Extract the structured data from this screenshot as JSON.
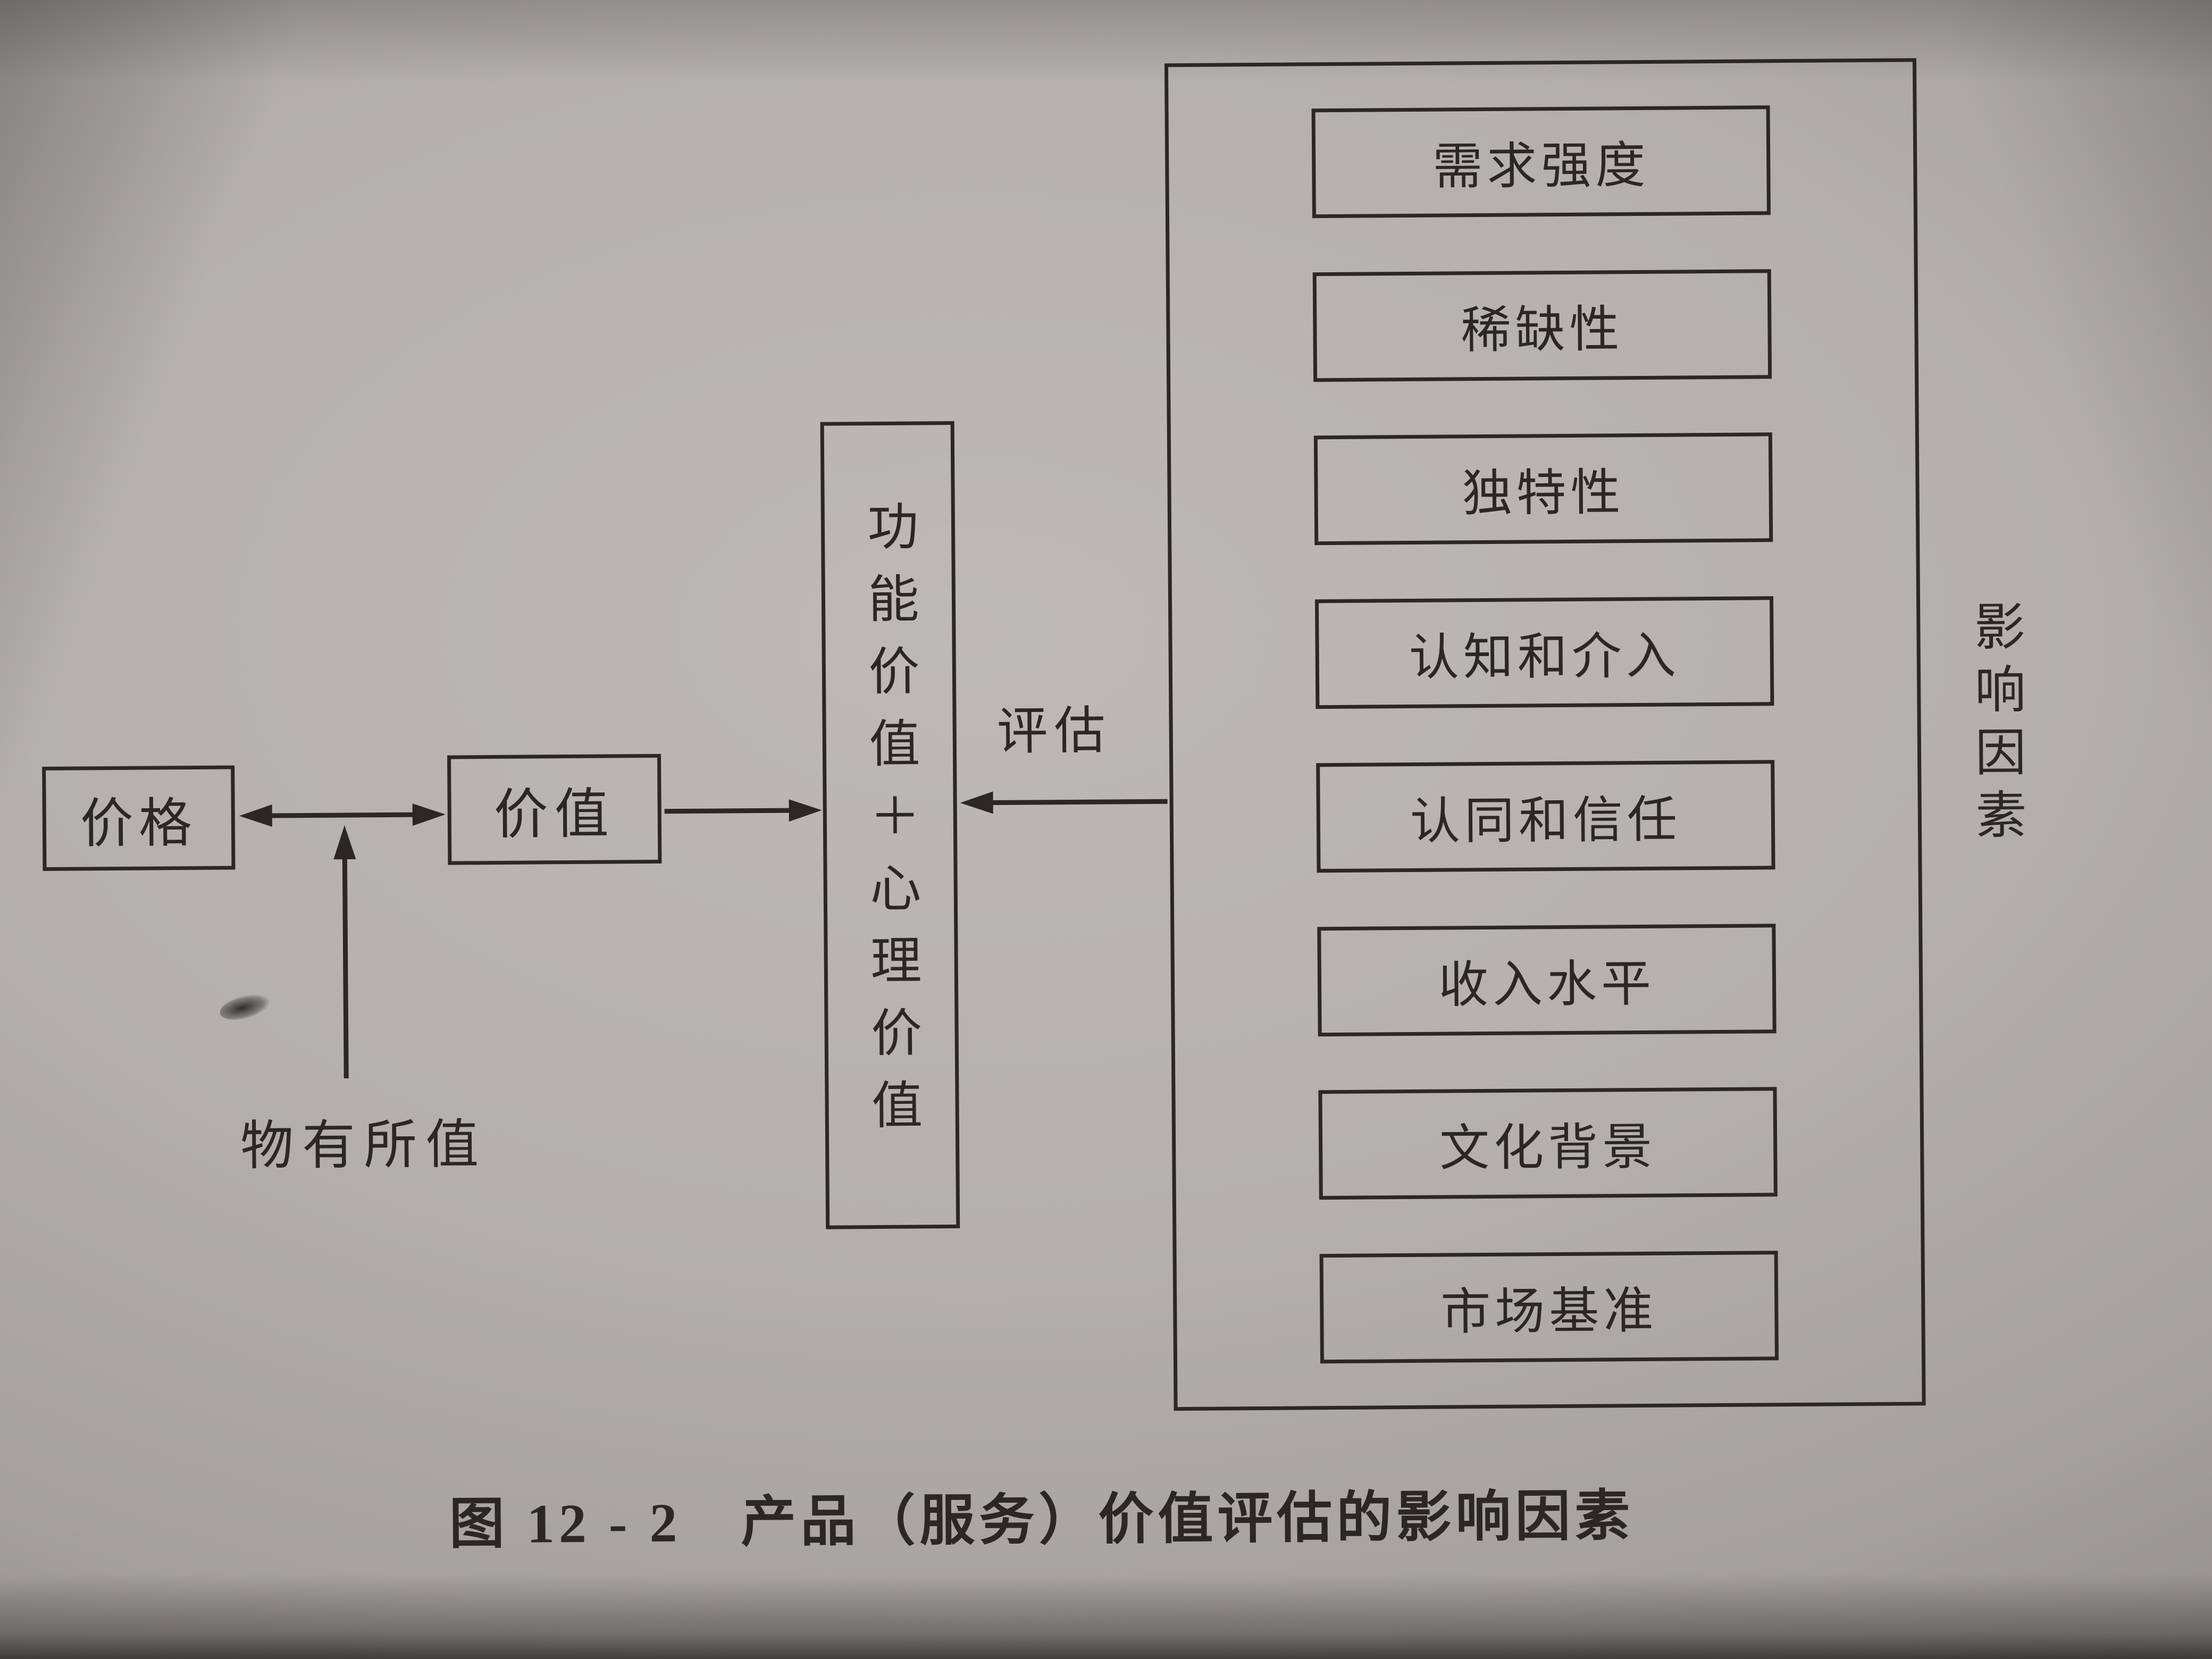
{
  "figure": {
    "caption": "图 12 - 2　产品（服务）价值评估的影响因素",
    "nodes": {
      "price": "价格",
      "value": "价值",
      "combined_value": "功能价值＋心理价值"
    },
    "labels": {
      "worth": "物有所值",
      "evaluate": "评估",
      "factors_title": "影响因素"
    },
    "factors": [
      "需求强度",
      "稀缺性",
      "独特性",
      "认知和介入",
      "认同和信任",
      "收入水平",
      "文化背景",
      "市场基准"
    ]
  },
  "colors": {
    "ink": "#2b2823",
    "paper_light": "#bdbab5",
    "paper_dark": "#787570"
  }
}
